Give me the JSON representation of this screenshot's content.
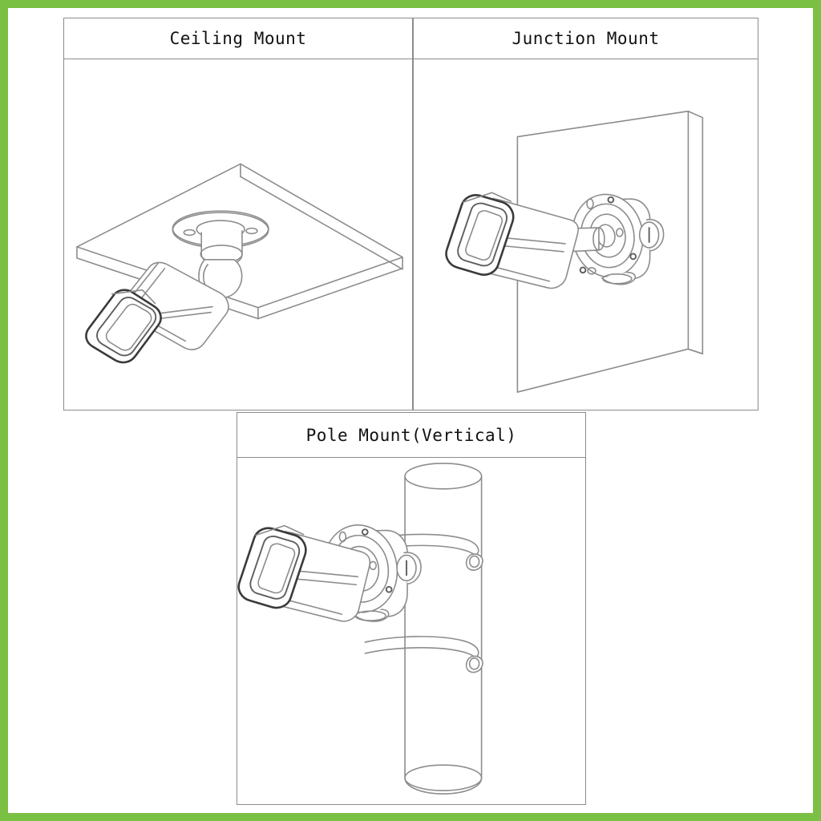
{
  "page": {
    "background_color": "#ffffff",
    "border_color": "#7ac143",
    "line_color": "#8c8c8c",
    "text_color": "#111111"
  },
  "panels": [
    {
      "id": "ceiling-mount",
      "title": "Ceiling Mount",
      "illustration": "bullet-camera-mounted-on-ceiling-plate"
    },
    {
      "id": "junction-mount",
      "title": "Junction Mount",
      "illustration": "bullet-camera-on-round-junction-box-on-wall"
    },
    {
      "id": "pole-mount-vertical",
      "title": "Pole Mount(Vertical)",
      "illustration": "bullet-camera-on-junction-box-strapped-to-vertical-pole"
    }
  ]
}
